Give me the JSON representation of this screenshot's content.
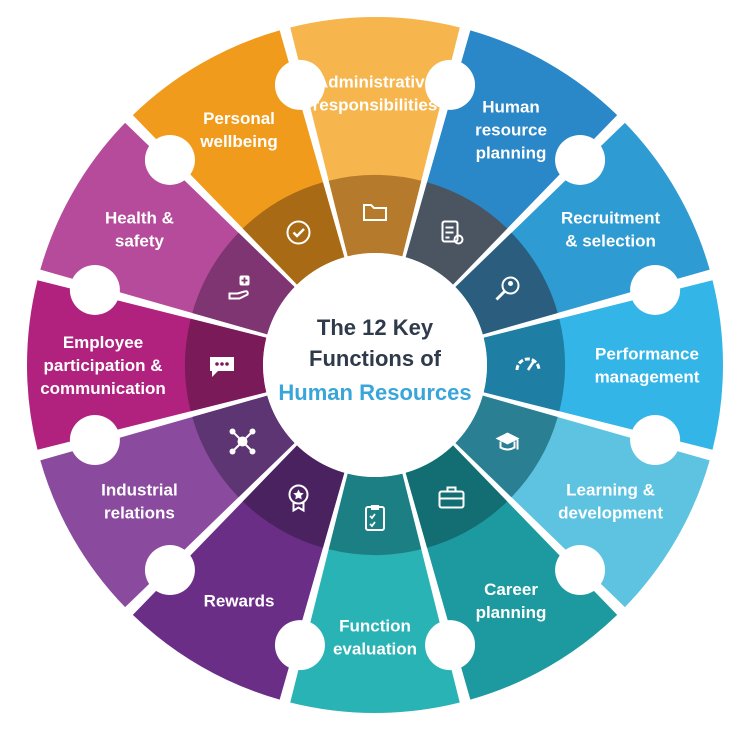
{
  "title": {
    "line1": "The 12 Key",
    "line2": "Functions of",
    "line3": "Human Resources",
    "dark_color": "#2f3b4a",
    "accent_color": "#3aa5d9"
  },
  "segments": [
    {
      "lines": [
        "Administrative",
        "responsibilities"
      ],
      "color": "#f6b54d",
      "inner": "#b57a2c",
      "icon": "folder-icon"
    },
    {
      "lines": [
        "Human",
        "resource",
        "planning"
      ],
      "color": "#2a87c8",
      "inner": "#4a5561",
      "icon": "checklist-gear-icon"
    },
    {
      "lines": [
        "Recruitment",
        "& selection"
      ],
      "color": "#2e9bd3",
      "inner": "#2b5e7e",
      "icon": "candidate-search-icon"
    },
    {
      "lines": [
        "Performance",
        "management"
      ],
      "color": "#33b5e8",
      "inner": "#1e7ea3",
      "icon": "speedometer-icon"
    },
    {
      "lines": [
        "Learning &",
        "development"
      ],
      "color": "#5dc3e1",
      "inner": "#2a7f93",
      "icon": "graduation-cap-icon"
    },
    {
      "lines": [
        "Career",
        "planning"
      ],
      "color": "#1c9aa0",
      "inner": "#136e73",
      "icon": "briefcase-icon"
    },
    {
      "lines": [
        "Function",
        "evaluation"
      ],
      "color": "#2ab3b5",
      "inner": "#1b7f84",
      "icon": "clipboard-checklist-icon"
    },
    {
      "lines": [
        "Rewards"
      ],
      "color": "#6b2e87",
      "inner": "#4a2260",
      "icon": "award-badge-icon"
    },
    {
      "lines": [
        "Industrial",
        "relations"
      ],
      "color": "#8a4a9e",
      "inner": "#5d3573",
      "icon": "network-hub-icon"
    },
    {
      "lines": [
        "Employee",
        "participation &",
        "communication"
      ],
      "color": "#b0227e",
      "inner": "#7a1a59",
      "icon": "chat-bubble-icon"
    },
    {
      "lines": [
        "Health &",
        "safety"
      ],
      "color": "#b54b9a",
      "inner": "#7f3572",
      "icon": "health-hand-icon"
    },
    {
      "lines": [
        "Personal",
        "wellbeing"
      ],
      "color": "#f09b1b",
      "inner": "#a86a14",
      "icon": "checkmark-circle-icon"
    }
  ]
}
